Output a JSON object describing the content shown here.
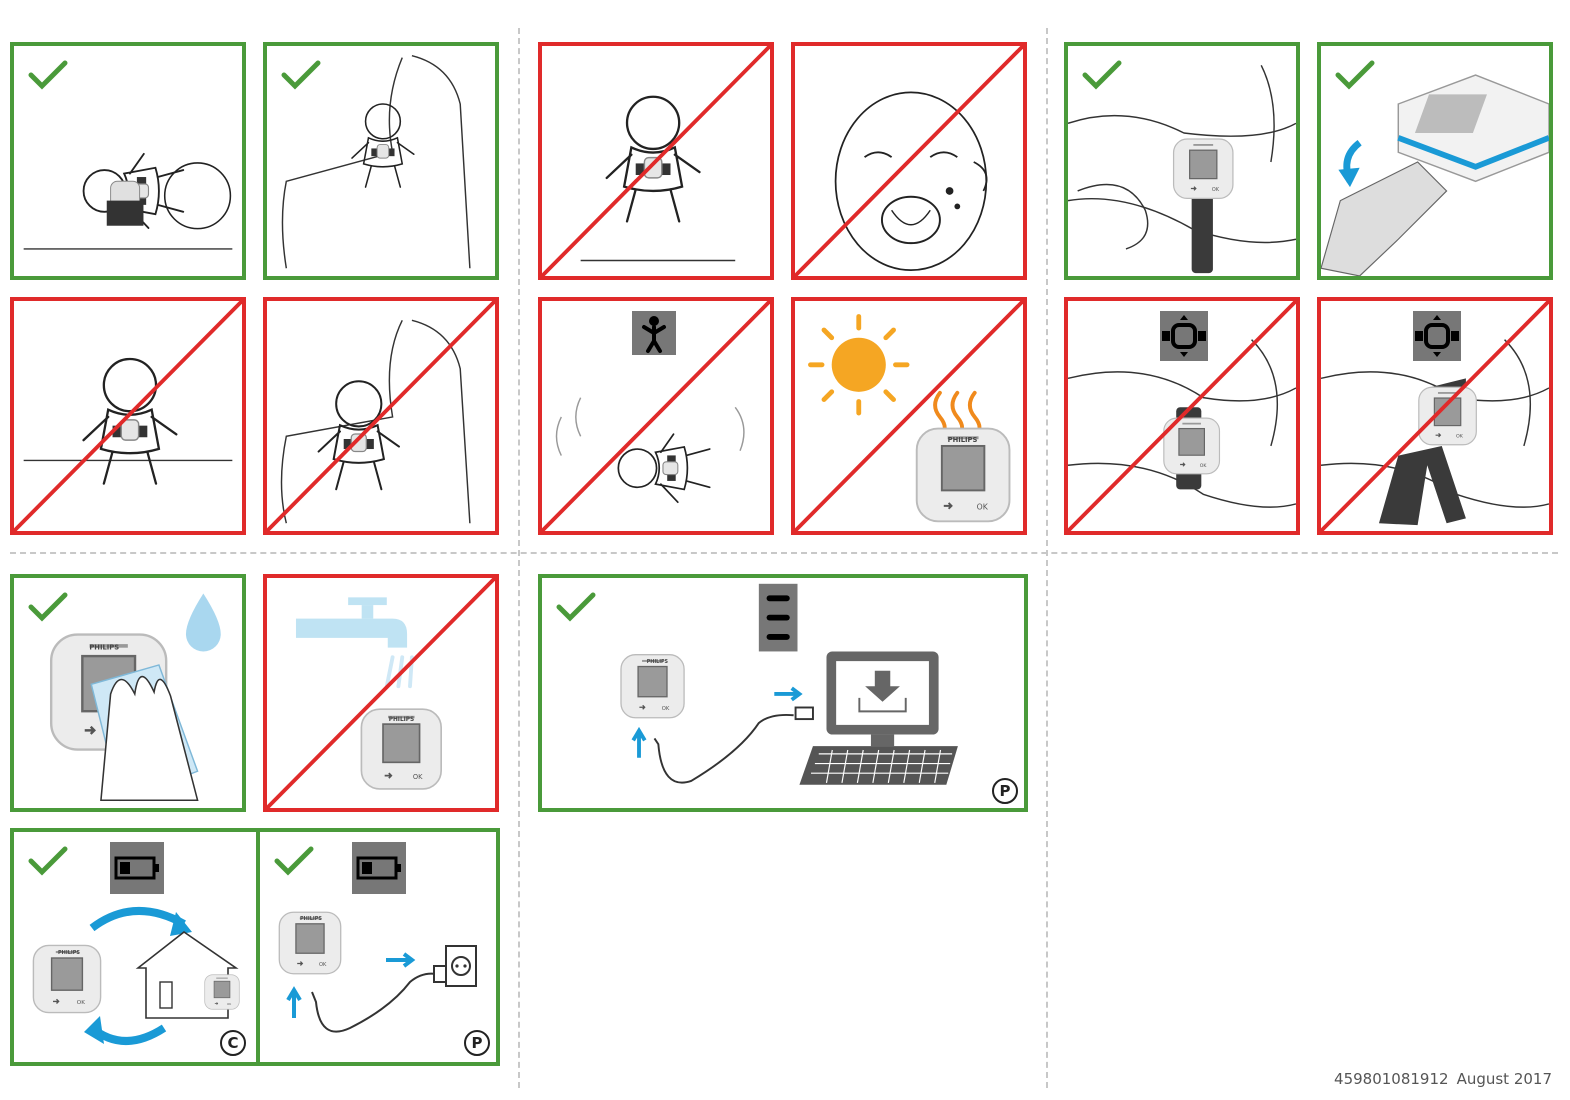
{
  "footer": {
    "doc_number": "459801081912",
    "date": "August 2017"
  },
  "badges": {
    "c": "C",
    "p": "P"
  },
  "device": {
    "brand": "PHILIPS",
    "ok_label": "OK"
  },
  "colors": {
    "good_border": "#4a9a3a",
    "bad_border": "#e02a2a",
    "accent_blue": "#1a9ad6",
    "sun": "#f5a623",
    "heat": "#f08a1c"
  },
  "panels": [
    {
      "id": "baby-lying-with-sensor",
      "status": "correct"
    },
    {
      "id": "baby-held-with-sensor",
      "status": "correct"
    },
    {
      "id": "toddler-standing",
      "status": "incorrect"
    },
    {
      "id": "baby-crying",
      "status": "incorrect"
    },
    {
      "id": "sensor-on-thigh-band",
      "status": "correct"
    },
    {
      "id": "attach-strap-to-device",
      "status": "correct"
    },
    {
      "id": "baby-sitting",
      "status": "incorrect"
    },
    {
      "id": "baby-sitting-on-lap",
      "status": "incorrect"
    },
    {
      "id": "baby-moving",
      "status": "incorrect"
    },
    {
      "id": "sun-heat-exposure",
      "status": "incorrect"
    },
    {
      "id": "band-too-loose",
      "status": "incorrect"
    },
    {
      "id": "band-misplaced",
      "status": "incorrect"
    },
    {
      "id": "wipe-clean",
      "status": "correct"
    },
    {
      "id": "no-running-water",
      "status": "incorrect"
    },
    {
      "id": "connect-to-computer",
      "status": "correct"
    },
    {
      "id": "charge-rotate",
      "status": "correct"
    },
    {
      "id": "charge-from-outlet",
      "status": "correct"
    }
  ]
}
